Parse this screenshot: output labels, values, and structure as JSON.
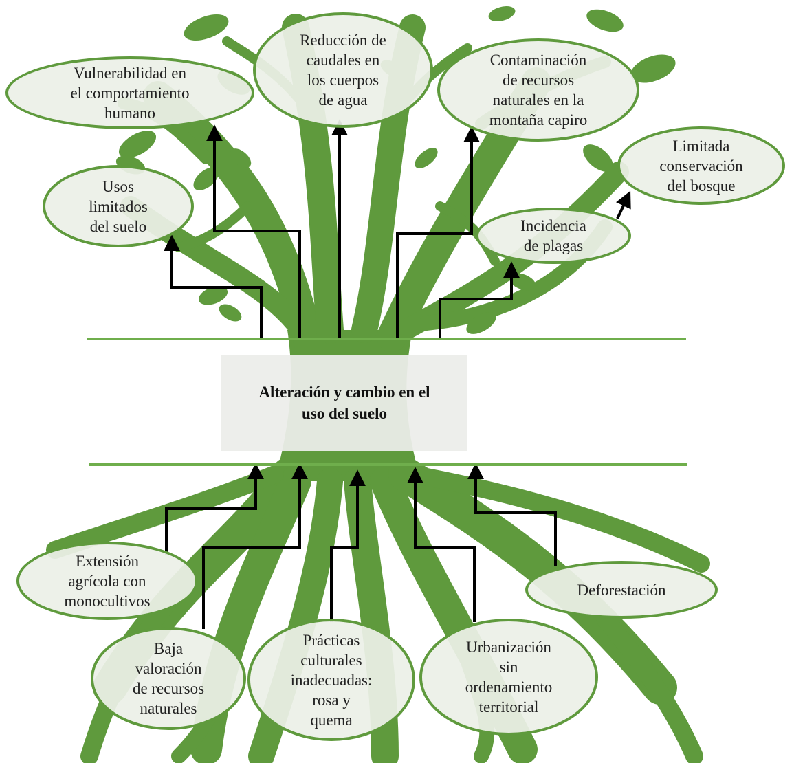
{
  "colors": {
    "tree": "#5f9a3d",
    "tree_light": "#7db25a",
    "band_line": "#6fae4c",
    "ellipse_border": "#5f9a3d",
    "ellipse_fill": "#eef1ea",
    "arrow": "#000000",
    "text": "#222222"
  },
  "core_problem": "Alteración y cambio en el\nuso del suelo",
  "effects": [
    {
      "id": "vulnerabilidad",
      "label": "Vulnerabilidad en\nel comportamiento\nhumano"
    },
    {
      "id": "reduccion",
      "label": "Reducción de\ncaudales en\nlos cuerpos\nde agua"
    },
    {
      "id": "contaminacion",
      "label": "Contaminación\nde recursos\nnaturales en la\nmontaña capiro"
    },
    {
      "id": "usos",
      "label": "Usos\nlimitados\ndel suelo"
    },
    {
      "id": "limitada",
      "label": "Limitada\nconservación\ndel bosque"
    },
    {
      "id": "incidencia",
      "label": "Incidencia\nde plagas"
    }
  ],
  "causes": [
    {
      "id": "extension",
      "label": "Extensión\nagrícola con\nmonocultivos"
    },
    {
      "id": "baja",
      "label": "Baja\nvaloración\nde recursos\nnaturales"
    },
    {
      "id": "practicas",
      "label": "Prácticas\nculturales\ninadecuadas:\nrosa y\nquema"
    },
    {
      "id": "urbanizacion",
      "label": "Urbanización\nsin\nordenamiento\nterritorial"
    },
    {
      "id": "deforestacion",
      "label": "Deforestación"
    }
  ],
  "icons": {
    "background": "tree-silhouette-icon"
  }
}
